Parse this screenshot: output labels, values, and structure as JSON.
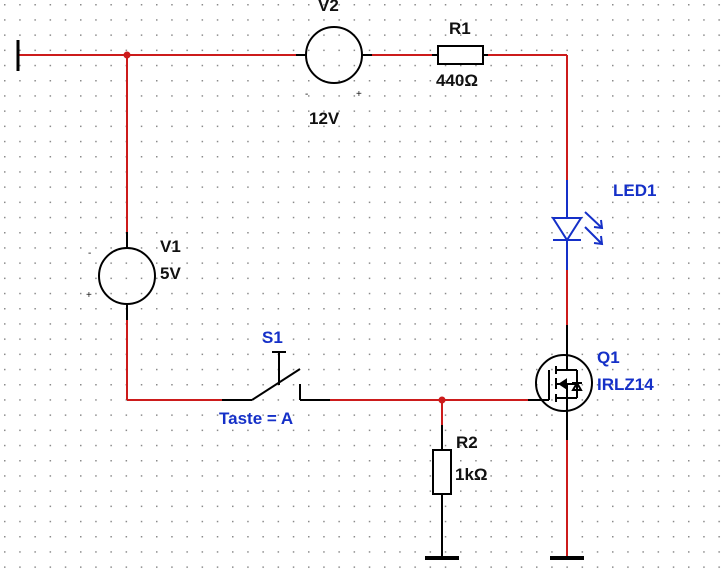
{
  "colors": {
    "wire": "#cc1b1b",
    "component": "#000000",
    "label_black": "#111111",
    "label_blue": "#1530c8",
    "grid_dot": "#8a8a8a",
    "junction": "#cc1b1b"
  },
  "components": {
    "v2": {
      "name": "V2",
      "value": "12V",
      "minus": "-",
      "plus": "+"
    },
    "r1": {
      "name": "R1",
      "value": "440Ω"
    },
    "led1": {
      "name": "LED1"
    },
    "v1": {
      "name": "V1",
      "value": "5V",
      "minus": "-",
      "plus": "+"
    },
    "s1": {
      "name": "S1",
      "value": "Taste = A"
    },
    "r2": {
      "name": "R2",
      "value": "1kΩ"
    },
    "q1": {
      "name": "Q1",
      "value": "IRLZ14"
    }
  }
}
